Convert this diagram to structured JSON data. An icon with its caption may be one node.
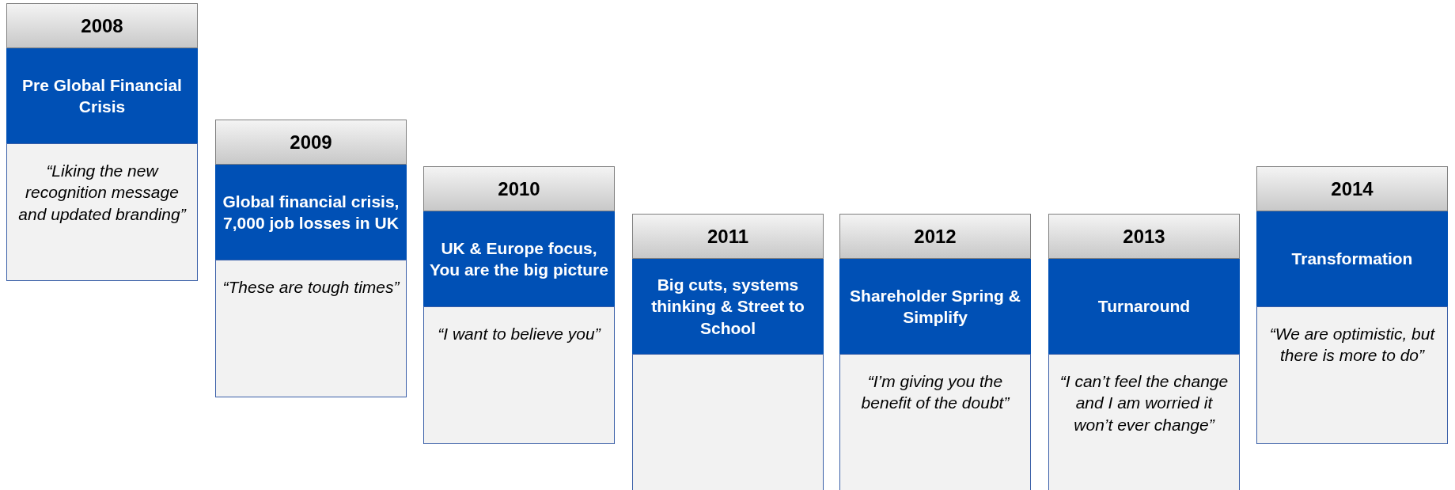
{
  "diagram": {
    "nodes": [
      {
        "text": [
          "2008"
        ]
      },
      {
        "text": [
          "Pre Global Financial Crisis"
        ]
      },
      {
        "text": [
          "“Liking the new recognition message and updated branding”"
        ]
      },
      {
        "text": [
          "2009"
        ]
      },
      {
        "text": [
          "Global financial crisis, 7,000 job losses in UK"
        ]
      },
      {
        "text": [
          "“These are tough times”"
        ]
      },
      {
        "text": [
          "2010"
        ]
      },
      {
        "text": [
          "UK & Europe focus, You are the big picture"
        ]
      },
      {
        "text": [
          "“I want to believe you”"
        ]
      },
      {
        "text": [
          "2011"
        ]
      },
      {
        "text": [
          "Big cuts, systems thinking & Street to School"
        ]
      },
      {
        "text": [],
        "shape": "box"
      },
      {
        "text": [
          "2012"
        ]
      },
      {
        "text": [
          "Shareholder Spring & Simplify"
        ]
      },
      {
        "text": [
          "“I’m giving you the benefit of the doubt”"
        ]
      },
      {
        "text": [
          "2013"
        ]
      },
      {
        "text": [
          "Turnaround"
        ]
      },
      {
        "text": [
          "“I can’t feel the change and I am worried it won’t ever change”"
        ]
      },
      {
        "text": [
          "2014"
        ]
      },
      {
        "text": [
          "Transformation"
        ]
      },
      {
        "text": [
          "“We are optimistic, but there is more to do”"
        ]
      }
    ]
  }
}
